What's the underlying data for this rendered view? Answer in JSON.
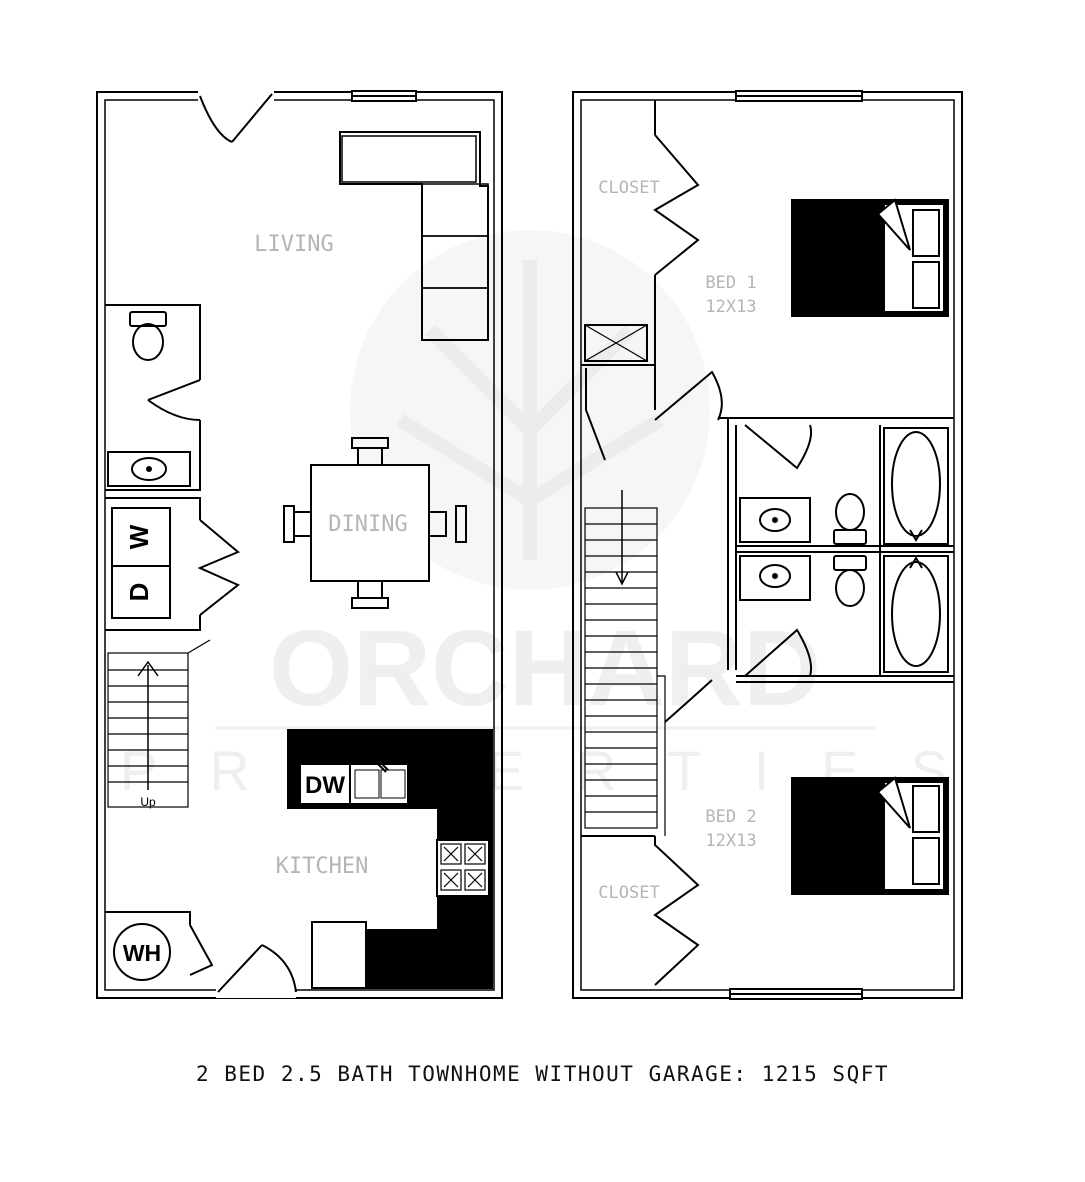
{
  "watermark": {
    "brand": "ORCHARD",
    "sub": "PROPERTIES"
  },
  "rooms": {
    "living": "LIVING",
    "dining": "DINING",
    "kitchen": "KITCHEN",
    "bed1": "BED 1",
    "bed1_size": "12X13",
    "bed2": "BED 2",
    "bed2_size": "12X13",
    "closet_upper": "CLOSET",
    "closet_lower": "CLOSET"
  },
  "appliances": {
    "washer": "W",
    "dryer": "D",
    "dishwasher": "DW",
    "water_heater": "WH",
    "stair_up": "Up"
  },
  "caption": "2 BED 2.5 BATH TOWNHOME WITHOUT GARAGE: 1215 SQFT",
  "icons": [
    "door-swing-icon",
    "toilet-icon",
    "sink-icon",
    "bathtub-icon",
    "bed-icon",
    "stove-icon",
    "stair-arrow-icon",
    "sofa-icon",
    "dining-table-icon"
  ],
  "colors": {
    "wall": "#000000",
    "label": "#b5b5b5",
    "counter": "#000000"
  }
}
